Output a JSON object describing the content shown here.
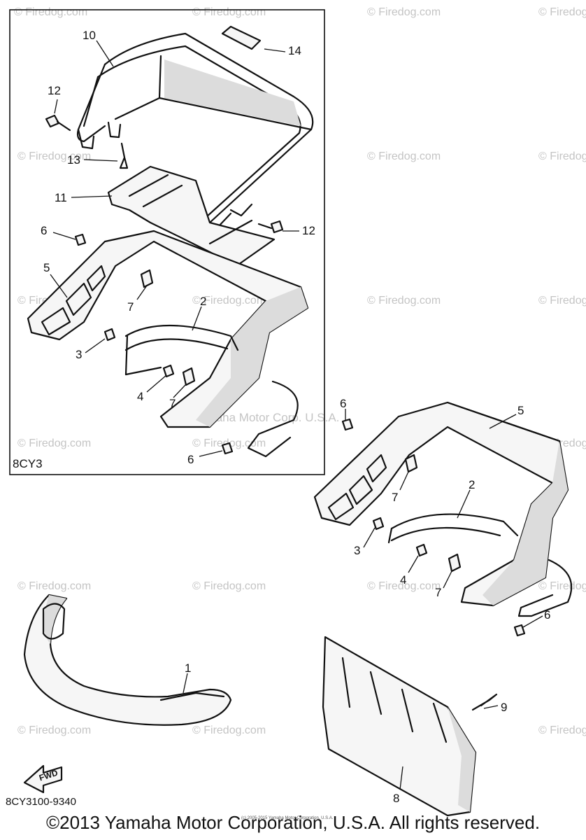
{
  "watermark_text": "© Firedog.com",
  "watermark_mid": "© Firedog.com",
  "yamaha_watermark": "Yamaha Motor Corp. U.S.A.",
  "inset_label": "8CY3",
  "diagram_code": "8CY3100-9340",
  "fwd_label": "FWD",
  "small_print": "(c) 2005-2015 Yamaha Motor Corporation, U.S.A.",
  "copyright": "©2013 Yamaha Motor Corporation, U.S.A. All rights reserved.",
  "callouts": {
    "c10": "10",
    "c14": "14",
    "c12a": "12",
    "c13": "13",
    "c11": "11",
    "c12b": "12",
    "c6a": "6",
    "c5a": "5",
    "c7a": "7",
    "c2a": "2",
    "c3a": "3",
    "c4a": "4",
    "c7b": "7",
    "c6b": "6",
    "c6c": "6",
    "c5b": "5",
    "c7c": "7",
    "c2b": "2",
    "c3b": "3",
    "c4b": "4",
    "c7d": "7",
    "c6d": "6",
    "c1": "1",
    "c9": "9",
    "c8": "8"
  }
}
